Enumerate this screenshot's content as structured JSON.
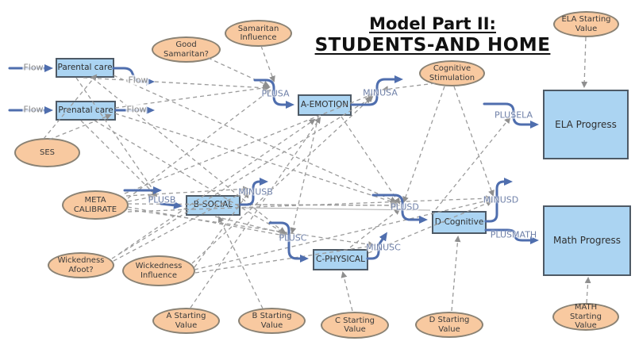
{
  "title": {
    "line1": "Model Part II:",
    "line2": "STUDENTS-AND HOME"
  },
  "stocks": {
    "parental_care": {
      "label": "Parental care"
    },
    "prenatal_care": {
      "label": "Prenatal care"
    },
    "a_emotion": {
      "label": "A-EMOTION"
    },
    "b_social": {
      "label": "B-SOCIAL"
    },
    "c_physical": {
      "label": "C-PHYSICAL"
    },
    "d_cognitive": {
      "label": "D-Cognitive"
    },
    "ela_progress": {
      "label": "ELA Progress"
    },
    "math_progress": {
      "label": "Math Progress"
    }
  },
  "converters": {
    "ses": {
      "label": "SES"
    },
    "good_samaritan": {
      "label": "Good Samaritan?"
    },
    "samaritan_influence": {
      "label": "Samaritan Influence"
    },
    "cognitive_stimulation": {
      "label": "Cognitive Stimulation"
    },
    "ela_starting_value": {
      "label": "ELA Starting Value"
    },
    "meta_calibrate": {
      "label": "META CALIBRATE"
    },
    "wickedness_afoot": {
      "label": "Wickedness Afoot?"
    },
    "wickedness_influence": {
      "label": "Wickedness Influence"
    },
    "a_starting_value": {
      "label": "A Starting Value"
    },
    "b_starting_value": {
      "label": "B Starting Value"
    },
    "c_starting_value": {
      "label": "C Starting Value"
    },
    "d_starting_value": {
      "label": "D Starting Value"
    },
    "math_starting_value": {
      "label": "MATH Starting Value"
    }
  },
  "flows": {
    "parental_in": {
      "label": "Flow"
    },
    "parental_out": {
      "label": "Flow"
    },
    "prenatal_in": {
      "label": "Flow"
    },
    "prenatal_out": {
      "label": "Flow"
    },
    "plusa": {
      "label": "PLUSA"
    },
    "minusa": {
      "label": "MINUSA"
    },
    "plusb": {
      "label": "PLUSB"
    },
    "minusb": {
      "label": "MINUSB"
    },
    "plusc": {
      "label": "PLUSC"
    },
    "minusc": {
      "label": "MINUSC"
    },
    "plusd": {
      "label": "PLUSD"
    },
    "minusd": {
      "label": "MINUSD"
    },
    "plusela": {
      "label": "PLUSELA"
    },
    "plusmath": {
      "label": "PLUSMATH"
    }
  },
  "colors": {
    "stock_fill": "#abd4f2",
    "stock_border": "#4e5a66",
    "converter_fill": "#f8c9a0",
    "converter_border": "#8a8274",
    "pipe": "#4f6eae",
    "valve_label": "#6f80a8",
    "flow_label": "#8a8a8a",
    "connector": "#9b9b9b",
    "background": "#ffffff",
    "title_color": "#111111"
  }
}
